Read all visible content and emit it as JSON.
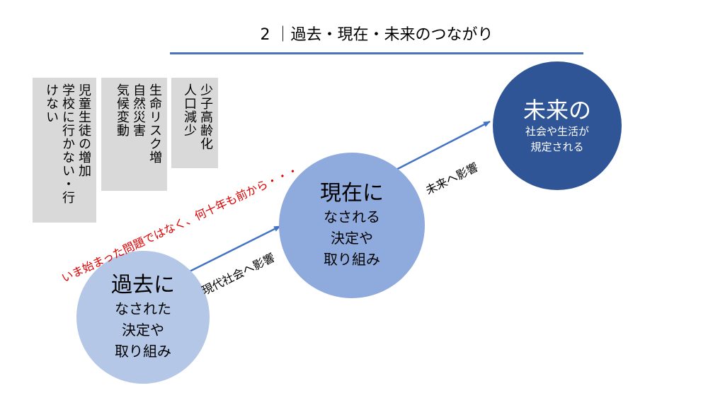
{
  "colors": {
    "rule": "#4a72b8",
    "box_bg": "#d9d9d9",
    "past_circle": "#b4c7e7",
    "present_circle": "#8faadc",
    "future_circle": "#2f5597",
    "arrow": "#4472c4",
    "note_red": "#e00000"
  },
  "title": "2 ｜過去・現在・未来のつながり",
  "boxes": [
    {
      "text": "児童生徒の増加\n学校に行かない・行けない"
    },
    {
      "text": "生命リスク増\n自然災害\n気候変動"
    },
    {
      "text": "少子高齢化\n人口減少"
    }
  ],
  "note": "いま始まった問題ではなく、何十年も前から・・・",
  "circles": {
    "past": {
      "head": "過去に",
      "body": [
        "なされた",
        "決定や",
        "取り組み"
      ]
    },
    "present": {
      "head": "現在に",
      "body": [
        "なされる",
        "決定や",
        "取り組み"
      ]
    },
    "future": {
      "head": "未来の",
      "body": [
        "社会や生活が",
        "規定される"
      ]
    }
  },
  "arrow_labels": {
    "past_to_present": "現代社会へ影響",
    "present_to_future": "未来へ影響"
  }
}
